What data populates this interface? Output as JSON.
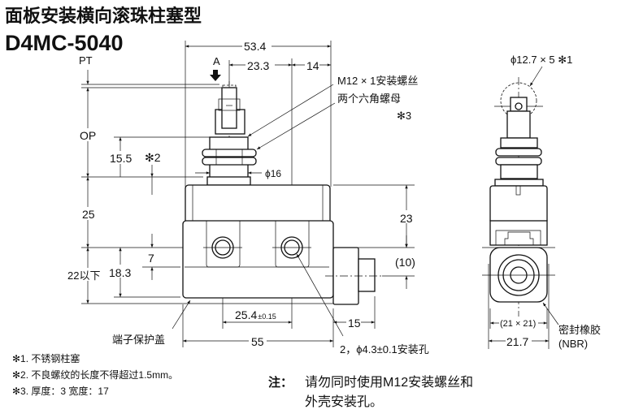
{
  "title": "面板安装横向滚珠柱塞型",
  "model": "D4MC-5040",
  "front_view": {
    "label_pt": "PT",
    "label_op": "OP",
    "label_a": "A",
    "dim_total_width": "53.4",
    "dim_23_3": "23.3",
    "dim_14": "14",
    "dim_15_5": "15.5",
    "note_ref_2": "✻2",
    "dim_phi16": "ϕ16",
    "dim_25": "25",
    "dim_7": "7",
    "dim_22_max": "22以下",
    "dim_18_3": "18.3",
    "dim_23": "23",
    "dim_10": "(10)",
    "dim_25_4": "25.4",
    "dim_25_4_tol": "±0.15",
    "dim_15": "15",
    "dim_55": "55",
    "callout_thread": "M12 × 1安装螺丝",
    "callout_nuts": "两个六角螺母",
    "note_ref_3": "✻3",
    "callout_cover": "端子保护盖",
    "callout_holes": "2，ϕ4.3±0.1安装孔"
  },
  "side_view": {
    "roller_label": "ϕ12.7 × 5 ✻1",
    "dim_21x21": "(21 × 21)",
    "dim_21_7": "21.7",
    "seal_label": "密封橡胶",
    "seal_material": "(NBR)"
  },
  "footnotes": [
    "✻1. 不锈钢柱塞",
    "✻2. 不良螺纹的长度不得超过1.5mm。",
    "✻3. 厚度：3  宽度：17"
  ],
  "caution": {
    "label": "注：",
    "line1": "请勿同时使用M12安装螺丝和",
    "line2": "外壳安装孔。"
  }
}
